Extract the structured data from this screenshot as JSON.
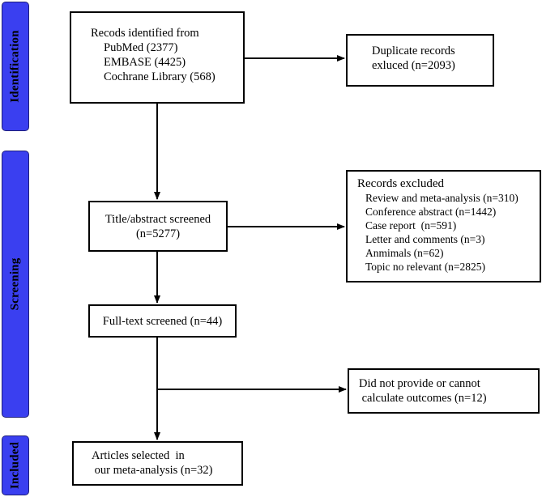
{
  "phases": {
    "identification": "Identification",
    "screening": "Screening",
    "included": "Included"
  },
  "boxes": {
    "records_identified": {
      "title": "Recods identified from",
      "sources": [
        "PubMed (2377)",
        "EMBASE (4425)",
        "Cochrane Library (568)"
      ]
    },
    "duplicates": {
      "lines": [
        "Duplicate records",
        "exluced (n=2093)"
      ]
    },
    "title_abstract": {
      "lines": [
        "Title/abstract screened",
        "(n=5277)"
      ]
    },
    "records_excluded": {
      "title": "Records excluded",
      "items": [
        "Review and meta-analysis (n=310)",
        "Conference abstract (n=1442)",
        "Case report  (n=591)",
        "Letter and comments (n=3)",
        "Anmimals (n=62)",
        "Topic no relevant (n=2825)"
      ]
    },
    "full_text": {
      "lines": [
        "Full-text screened (n=44)"
      ]
    },
    "no_outcomes": {
      "lines": [
        "Did not provide or cannot",
        " calculate outcomes (n=12)"
      ]
    },
    "included": {
      "lines": [
        "Articles selected  in",
        " our meta-analysis (n=32)"
      ]
    }
  }
}
